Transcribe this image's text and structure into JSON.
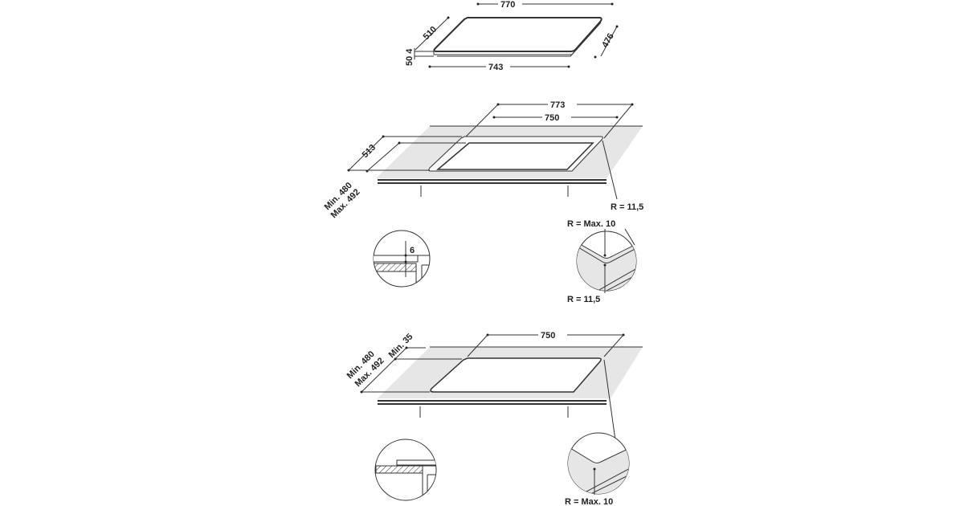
{
  "hob": {
    "width": "770",
    "depth": "510",
    "base_width": "743",
    "base_depth": "476",
    "height": "50 4"
  },
  "cutout_flush": {
    "outer_width": "773",
    "inner_width": "750",
    "outer_depth": "513",
    "counter_depth": "Min. 480",
    "counter_depth_max": "Max. 492",
    "corner_radius": "R = 11,5"
  },
  "detail_flush": {
    "recess": "6",
    "radius_max": "R = Max. 10",
    "radius": "R = 11,5"
  },
  "cutout_standard": {
    "width": "750",
    "counter_depth": "Min. 480",
    "counter_depth_max": "Max. 492",
    "front_margin": "Min. 35"
  },
  "detail_standard": {
    "radius_max": "R = Max. 10"
  },
  "colors": {
    "counter": "#e6e6e6",
    "line": "#333333"
  }
}
